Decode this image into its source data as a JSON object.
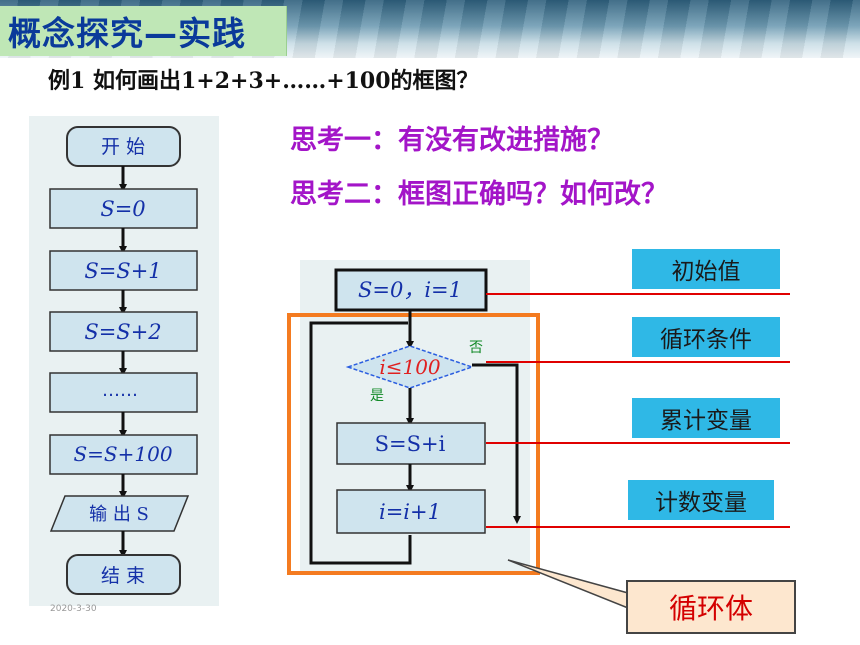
{
  "header": {
    "title": "概念探究—实践"
  },
  "question": "例1   如何画出1+2+3+……+100的框图？",
  "thinking": {
    "q1": "思考一：有没有改进措施？",
    "q2": "思考二：框图正确吗？如何改？"
  },
  "left_flowchart": {
    "start": "开 始",
    "steps": [
      "S=0",
      "S=S+1",
      "S=S+2",
      "……",
      "S=S+100"
    ],
    "output": "输 出 S",
    "end": "结 束",
    "footer": "2020-3-30"
  },
  "right_flowchart": {
    "init": "S=0，i=1",
    "condition": "i≤100",
    "no_label": "否",
    "yes_label": "是",
    "accumulate": "S=S+i",
    "increment": "i=i+1"
  },
  "labels": [
    "初始值",
    "循环条件",
    "累计变量",
    "计数变量"
  ],
  "callout": "循环体",
  "colors": {
    "title_bg": "#bfe7b6",
    "title_text": "#0a3a9a",
    "think_text": "#a315c8",
    "label_bg": "#2fb8e6",
    "connector_red": "#e00000",
    "loop_border": "#f47b20",
    "flow_text": "#1430a8",
    "box_fill": "#cfe4ee"
  }
}
